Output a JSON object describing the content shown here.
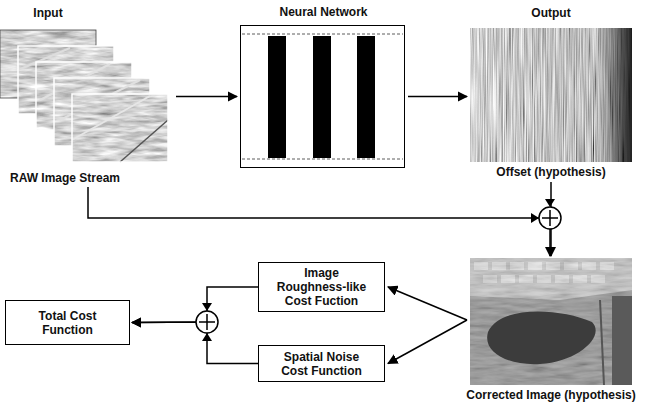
{
  "diagram": {
    "nodes": [
      {
        "text": [
          "Input",
          "RAW Image Stream"
        ]
      },
      {
        "text": [
          "Neural Network"
        ]
      },
      {
        "text": [
          "Output",
          "Offset (hypothesis)"
        ]
      },
      {
        "text": [
          "Corrected Image (hypothesis)"
        ]
      },
      {
        "text": [
          "Image Roughness-like Cost Fuction"
        ]
      },
      {
        "text": [
          "Spatial Noise Cost Function"
        ]
      },
      {
        "text": [
          "Total Cost Function"
        ]
      }
    ],
    "edges": [
      {
        "from": 0,
        "to": 1,
        "arrow": "to"
      },
      {
        "from": 1,
        "to": 2,
        "arrow": "to"
      },
      {
        "from": 0,
        "to": 3,
        "arrow": "to"
      },
      {
        "from": 2,
        "to": 3,
        "arrow": "to"
      },
      {
        "from": 3,
        "to": 4,
        "arrow": "to"
      },
      {
        "from": 3,
        "to": 5,
        "arrow": "to"
      },
      {
        "from": 4,
        "to": 6,
        "arrow": "to"
      },
      {
        "from": 5,
        "to": 6,
        "arrow": "to"
      }
    ]
  }
}
